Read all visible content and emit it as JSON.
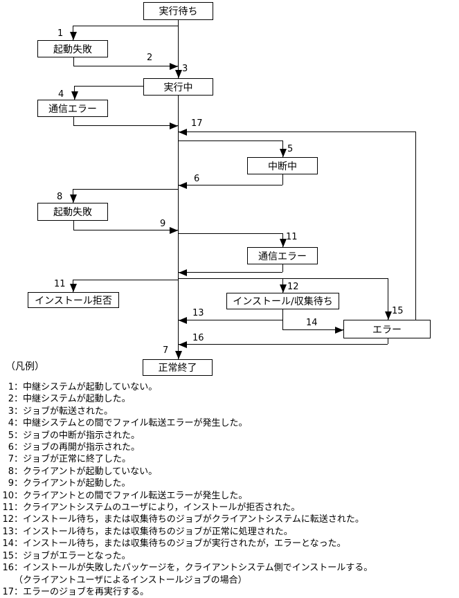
{
  "diagram": {
    "states": {
      "wait_exec": "実行待ち",
      "startup_fail_1": "起動失敗",
      "executing": "実行中",
      "comm_error_1": "通信エラー",
      "suspended": "中断中",
      "startup_fail_2": "起動失敗",
      "comm_error_2": "通信エラー",
      "install_rejected": "インストール拒否",
      "install_collect_wait": "インストール/収集待ち",
      "error": "エラー",
      "normal_end": "正常終了"
    },
    "transition_labels": {
      "t1": "1",
      "t2": "2",
      "t3": "3",
      "t4": "4",
      "t5": "5",
      "t6": "6",
      "t7": "7",
      "t8": "8",
      "t9": "9",
      "t10_comm_err": "11",
      "t11_install_reject": "11",
      "t12": "12",
      "t13": "13",
      "t14": "14",
      "t15": "15",
      "t16": "16",
      "t17": "17"
    },
    "line_color": "#000000",
    "background_color": "#ffffff"
  },
  "legend": {
    "title": "（凡例）",
    "items": [
      {
        "num": "1",
        "text": "中継システムが起動していない。"
      },
      {
        "num": "2",
        "text": "中継システムが起動した。"
      },
      {
        "num": "3",
        "text": "ジョブが転送された。"
      },
      {
        "num": "4",
        "text": "中継システムとの間でファイル転送エラーが発生した。"
      },
      {
        "num": "5",
        "text": "ジョブの中断が指示された。"
      },
      {
        "num": "6",
        "text": "ジョブの再開が指示された。"
      },
      {
        "num": "7",
        "text": "ジョブが正常に終了した。"
      },
      {
        "num": "8",
        "text": "クライアントが起動していない。"
      },
      {
        "num": "9",
        "text": "クライアントが起動した。"
      },
      {
        "num": "10",
        "text": "クライアントとの間でファイル転送エラーが発生した。"
      },
      {
        "num": "11",
        "text": "クライアントシステムのユーザにより，インストールが拒否された。"
      },
      {
        "num": "12",
        "text": "インストール待ち，または収集待ちのジョブがクライアントシステムに転送された。"
      },
      {
        "num": "13",
        "text": "インストール待ち，または収集待ちのジョブが正常に処理された。"
      },
      {
        "num": "14",
        "text": "インストール待ち，または収集待ちのジョブが実行されたが，エラーとなった。"
      },
      {
        "num": "15",
        "text": "ジョブがエラーとなった。"
      },
      {
        "num": "16",
        "text": "インストールが失敗したパッケージを，クライアントシステム側でインストールする。"
      },
      {
        "num": "",
        "text": "（クライアントユーザによるインストールジョブの場合）"
      },
      {
        "num": "17",
        "text": "エラーのジョブを再実行する。"
      }
    ]
  }
}
